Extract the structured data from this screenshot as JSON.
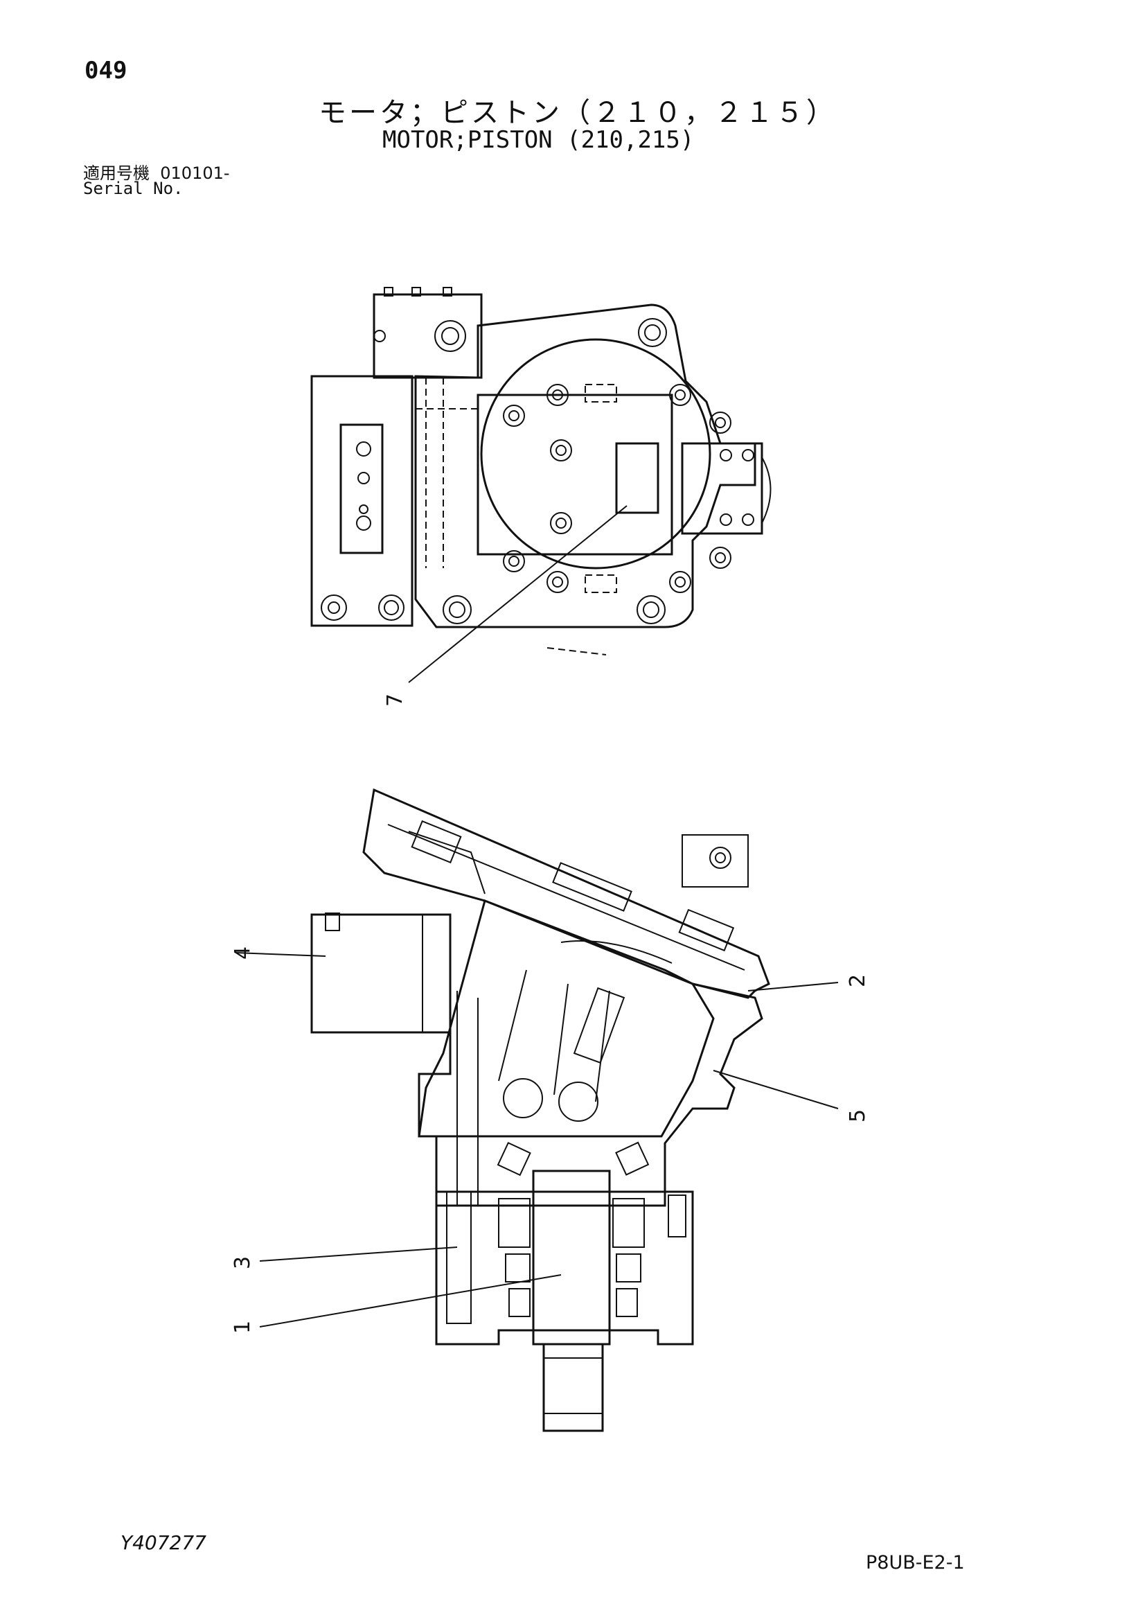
{
  "header": {
    "page_number": "049",
    "title_jp": "モータ；ピストン（２１０，２１５）",
    "title_en": "MOTOR;PISTON (210,215)",
    "serial_label_jp": "適用号機",
    "serial_value": "010101-",
    "serial_label_en": "Serial No."
  },
  "callouts": [
    "7",
    "4",
    "2",
    "5",
    "3",
    "1"
  ],
  "footer": {
    "drawing_id": "Y407277",
    "sheet_code": "P8UB-E2-1"
  }
}
